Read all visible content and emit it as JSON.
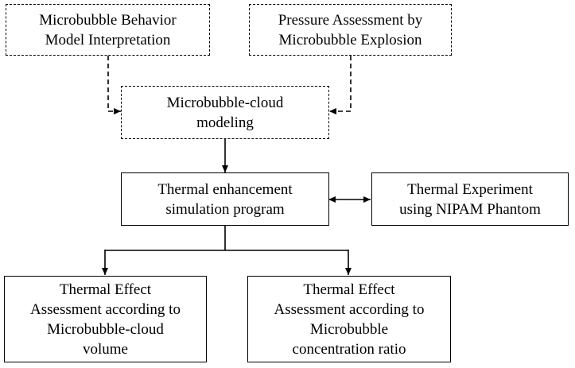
{
  "nodes": {
    "behavior": "Microbubble Behavior\nModel Interpretation",
    "pressure": "Pressure Assessment by\nMicrobubble Explosion",
    "cloud": "Microbubble-cloud\nmodeling",
    "simulation": "Thermal enhancement\nsimulation program",
    "experiment": "Thermal Experiment\nusing NIPAM Phantom",
    "volume": "Thermal Effect\nAssessment according to\nMicrobubble-cloud\nvolume",
    "concentration": "Thermal Effect\nAssessment according to\nMicrobubble\nconcentration ratio"
  }
}
